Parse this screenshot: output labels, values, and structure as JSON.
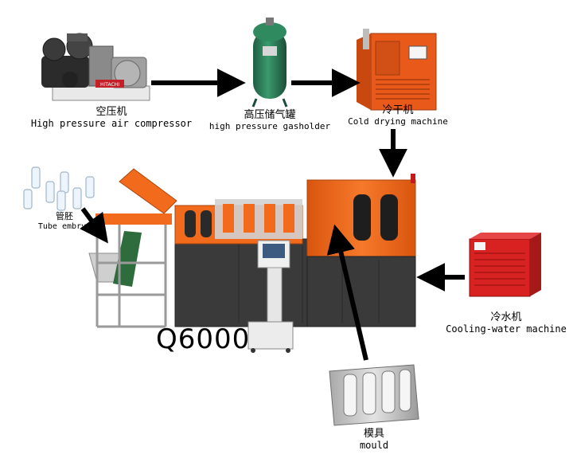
{
  "components": {
    "compressor": {
      "label_zh": "空压机",
      "label_en": "High pressure air compressor",
      "brand_mark": "HITACHI"
    },
    "gasholder": {
      "label_zh": "高压储气罐",
      "label_en": "high pressure gasholder"
    },
    "dryer": {
      "label_zh": "冷干机",
      "label_en": "Cold drying machine"
    },
    "preform": {
      "label_zh": "管胚",
      "label_en": "Tube embryo"
    },
    "chiller": {
      "label_zh": "冷水机",
      "label_en": "Cooling-water machine"
    },
    "mould": {
      "label_zh": "模具",
      "label_en": "mould"
    }
  },
  "machine": {
    "model": "Q6000"
  },
  "colors": {
    "machine_orange": "#f26a1b",
    "machine_dark": "#3a3a3a",
    "tank_green": "#2e7d5b",
    "arrow": "#000000",
    "panel_grey": "#d8d8d8"
  }
}
